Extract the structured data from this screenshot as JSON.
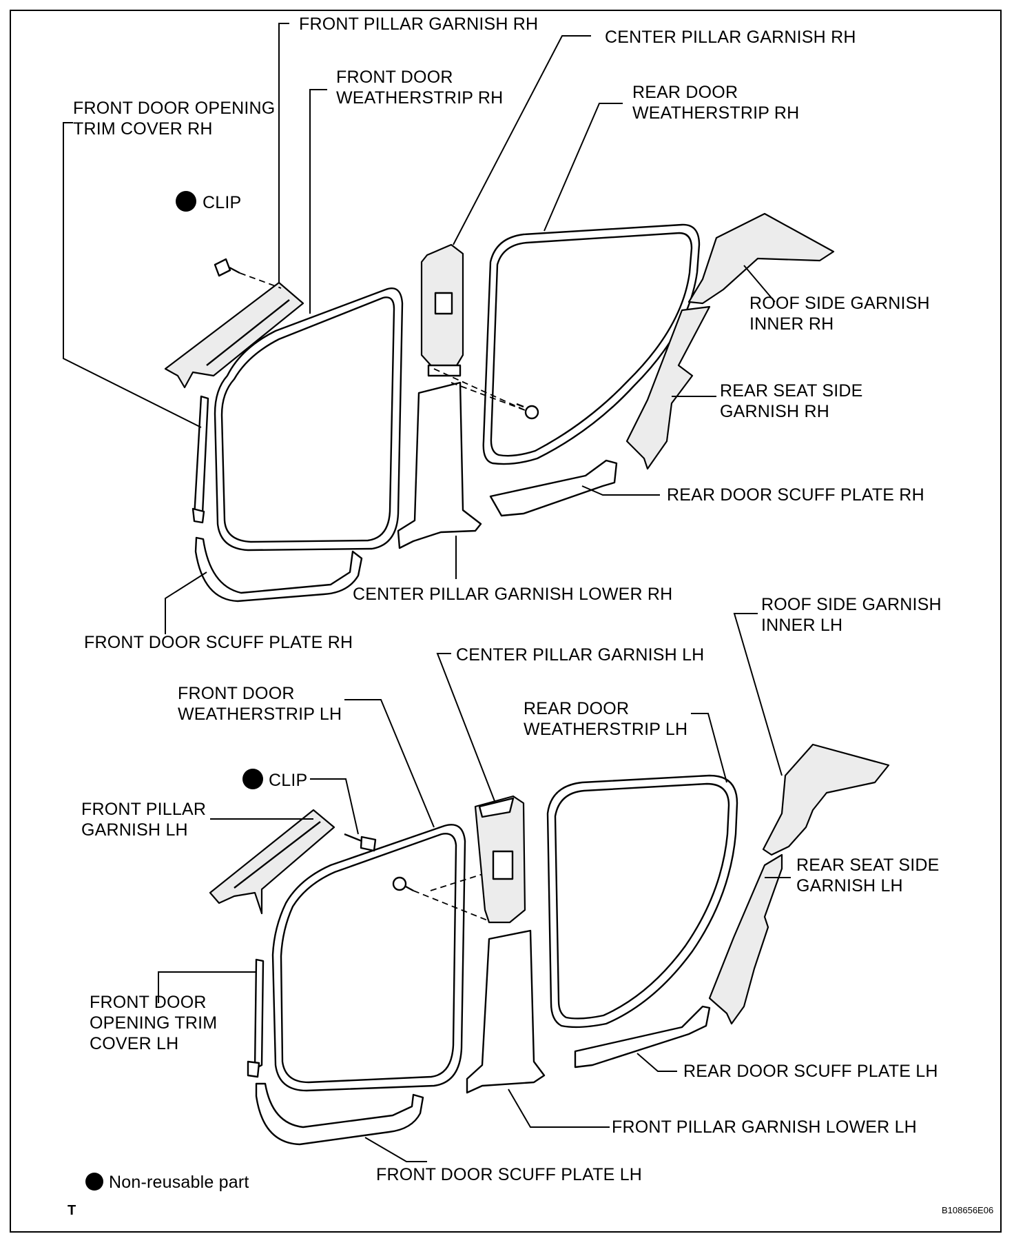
{
  "labels": {
    "front_pillar_garnish_rh": "FRONT PILLAR GARNISH RH",
    "center_pillar_garnish_rh": "CENTER PILLAR GARNISH RH",
    "front_door_weatherstrip_rh_1": "FRONT DOOR",
    "front_door_weatherstrip_rh_2": "WEATHERSTRIP RH",
    "rear_door_weatherstrip_rh_1": "REAR DOOR",
    "rear_door_weatherstrip_rh_2": "WEATHERSTRIP RH",
    "front_door_opening_trim_cover_rh_1": "FRONT DOOR OPENING",
    "front_door_opening_trim_cover_rh_2": "TRIM COVER RH",
    "clip_rh": "CLIP",
    "roof_side_garnish_inner_rh_1": "ROOF SIDE GARNISH",
    "roof_side_garnish_inner_rh_2": "INNER RH",
    "rear_seat_side_garnish_rh_1": "REAR SEAT SIDE",
    "rear_seat_side_garnish_rh_2": "GARNISH RH",
    "rear_door_scuff_plate_rh": "REAR DOOR SCUFF PLATE RH",
    "center_pillar_garnish_lower_rh": "CENTER PILLAR GARNISH LOWER RH",
    "front_door_scuff_plate_rh": "FRONT DOOR SCUFF PLATE RH",
    "roof_side_garnish_inner_lh_1": "ROOF SIDE GARNISH",
    "roof_side_garnish_inner_lh_2": "INNER LH",
    "center_pillar_garnish_lh": "CENTER PILLAR GARNISH LH",
    "front_door_weatherstrip_lh_1": "FRONT DOOR",
    "front_door_weatherstrip_lh_2": "WEATHERSTRIP LH",
    "rear_door_weatherstrip_lh_1": "REAR DOOR",
    "rear_door_weatherstrip_lh_2": "WEATHERSTRIP LH",
    "clip_lh": "CLIP",
    "front_pillar_garnish_lh_1": "FRONT PILLAR",
    "front_pillar_garnish_lh_2": "GARNISH LH",
    "rear_seat_side_garnish_lh_1": "REAR SEAT SIDE",
    "rear_seat_side_garnish_lh_2": "GARNISH LH",
    "front_door_opening_trim_cover_lh_1": "FRONT DOOR",
    "front_door_opening_trim_cover_lh_2": "OPENING TRIM",
    "front_door_opening_trim_cover_lh_3": "COVER LH",
    "rear_door_scuff_plate_lh": "REAR DOOR SCUFF PLATE LH",
    "front_pillar_garnish_lower_lh": "FRONT PILLAR GARNISH LOWER LH",
    "front_door_scuff_plate_lh": "FRONT DOOR SCUFF PLATE LH"
  },
  "legend": {
    "symbol": "filled-circle",
    "text": "Non-reusable part"
  },
  "corner_mark": "T",
  "figure_code": "B108656E06"
}
